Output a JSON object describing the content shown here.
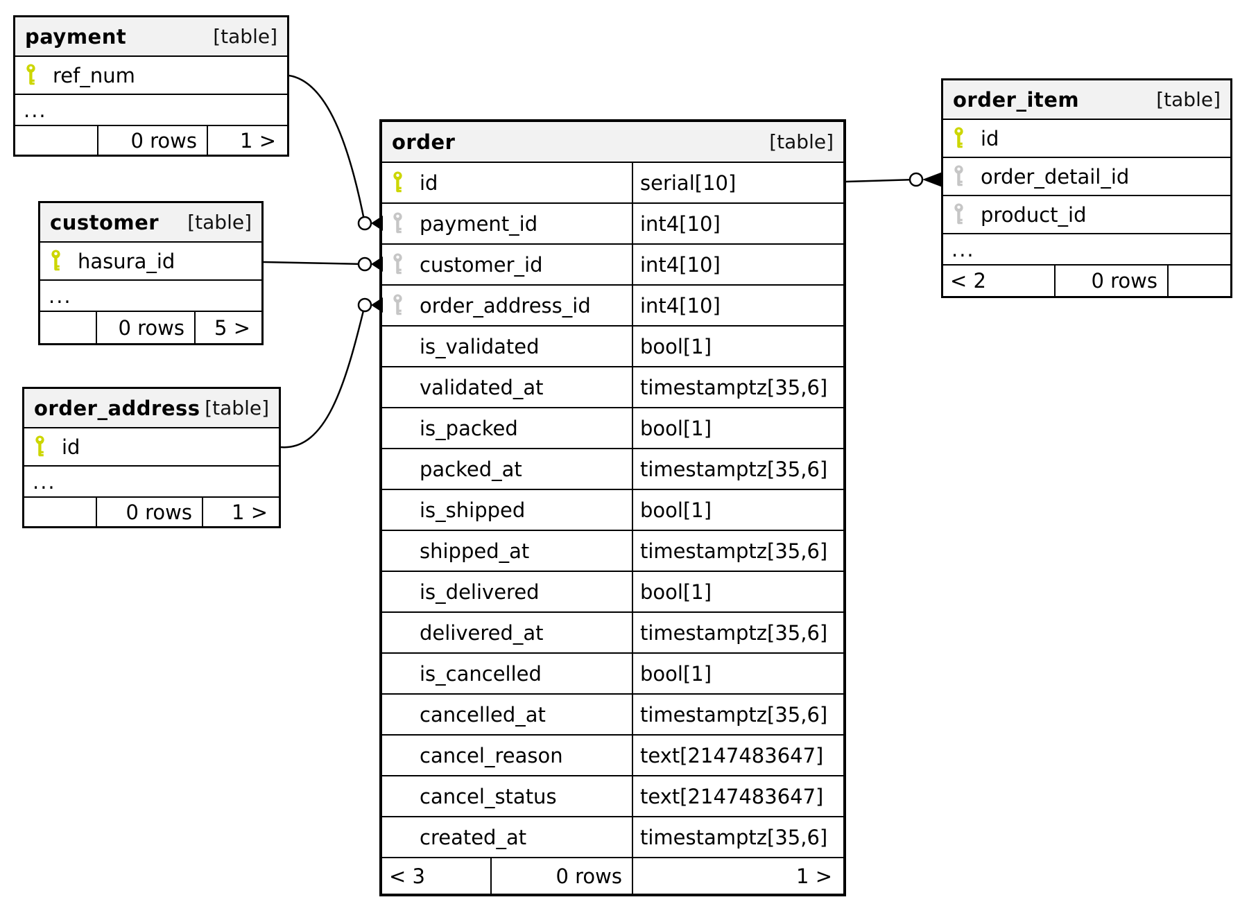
{
  "key_colors": {
    "pk": "#ccd600",
    "fk": "#c6c6c6"
  },
  "colors": {
    "header_bg": "#f2f2f2",
    "border": "#000000",
    "background": "#ffffff"
  },
  "tables": {
    "payment": {
      "title": "payment",
      "badge": "[table]",
      "columns": [
        {
          "name": "ref_num",
          "key": "pk"
        }
      ],
      "ellipsis": "...",
      "footer": {
        "left": "",
        "center": "0 rows",
        "right": "1 >"
      }
    },
    "customer": {
      "title": "customer",
      "badge": "[table]",
      "columns": [
        {
          "name": "hasura_id",
          "key": "pk"
        }
      ],
      "ellipsis": "...",
      "footer": {
        "left": "",
        "center": "0 rows",
        "right": "5 >"
      }
    },
    "order_address": {
      "title": "order_address",
      "badge": "[table]",
      "columns": [
        {
          "name": "id",
          "key": "pk"
        }
      ],
      "ellipsis": "...",
      "footer": {
        "left": "",
        "center": "0 rows",
        "right": "1 >"
      }
    },
    "order": {
      "title": "order",
      "badge": "[table]",
      "columns": [
        {
          "name": "id",
          "type": "serial[10]",
          "key": "pk"
        },
        {
          "name": "payment_id",
          "type": "int4[10]",
          "key": "fk"
        },
        {
          "name": "customer_id",
          "type": "int4[10]",
          "key": "fk"
        },
        {
          "name": "order_address_id",
          "type": "int4[10]",
          "key": "fk"
        },
        {
          "name": "is_validated",
          "type": "bool[1]"
        },
        {
          "name": "validated_at",
          "type": "timestamptz[35,6]"
        },
        {
          "name": "is_packed",
          "type": "bool[1]"
        },
        {
          "name": "packed_at",
          "type": "timestamptz[35,6]"
        },
        {
          "name": "is_shipped",
          "type": "bool[1]"
        },
        {
          "name": "shipped_at",
          "type": "timestamptz[35,6]"
        },
        {
          "name": "is_delivered",
          "type": "bool[1]"
        },
        {
          "name": "delivered_at",
          "type": "timestamptz[35,6]"
        },
        {
          "name": "is_cancelled",
          "type": "bool[1]"
        },
        {
          "name": "cancelled_at",
          "type": "timestamptz[35,6]"
        },
        {
          "name": "cancel_reason",
          "type": "text[2147483647]"
        },
        {
          "name": "cancel_status",
          "type": "text[2147483647]"
        },
        {
          "name": "created_at",
          "type": "timestamptz[35,6]"
        }
      ],
      "footer": {
        "left": "< 3",
        "center": "0 rows",
        "right": "1 >"
      }
    },
    "order_item": {
      "title": "order_item",
      "badge": "[table]",
      "columns": [
        {
          "name": "id",
          "key": "pk"
        },
        {
          "name": "order_detail_id",
          "key": "fk"
        },
        {
          "name": "product_id",
          "key": "fk"
        }
      ],
      "ellipsis": "...",
      "footer": {
        "left": "< 2",
        "center": "0 rows",
        "right": ""
      }
    }
  },
  "relations": [
    {
      "from": "payment.ref_num",
      "to": "order.payment_id"
    },
    {
      "from": "customer.hasura_id",
      "to": "order.customer_id"
    },
    {
      "from": "order_address.id",
      "to": "order.order_address_id"
    },
    {
      "from": "order.id",
      "to": "order_item.order_detail_id"
    }
  ]
}
